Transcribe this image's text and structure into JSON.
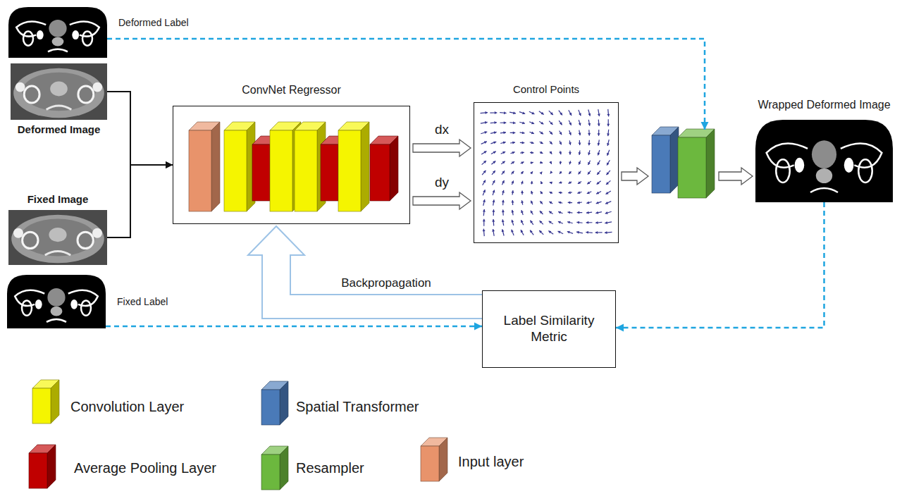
{
  "diagram": {
    "nodes": [
      {
        "text": [
          "Deformed Label"
        ]
      },
      {
        "text": [
          "Deformed Image"
        ]
      },
      {
        "text": [
          "Fixed Image"
        ]
      },
      {
        "text": [
          "Fixed Label"
        ]
      },
      {
        "text": [
          "ConvNet Regressor"
        ]
      },
      {
        "text": [
          "Control Points"
        ]
      },
      {
        "text": [
          "Wrapped Deformed Image"
        ]
      },
      {
        "text": [
          "Label Similarity Metric"
        ]
      }
    ],
    "edges": [
      {
        "from": 1,
        "to": 4,
        "arrow": "to"
      },
      {
        "from": 2,
        "to": 4,
        "arrow": "to"
      },
      {
        "from": 4,
        "to": 5,
        "label": "dx",
        "arrow": "to"
      },
      {
        "from": 4,
        "to": 5,
        "label": "dy",
        "arrow": "to"
      },
      {
        "from": 5,
        "to": 6,
        "arrow": "to"
      },
      {
        "from": 0,
        "to": 6,
        "arrow": "to"
      },
      {
        "from": 6,
        "to": 7,
        "arrow": "to"
      },
      {
        "from": 3,
        "to": 7,
        "arrow": "to"
      },
      {
        "from": 7,
        "to": 4,
        "label": "Backpropagation",
        "arrow": "to"
      }
    ],
    "legend": [
      {
        "text": "Convolution Layer",
        "color": "#f5f500"
      },
      {
        "text": "Spatial Transformer",
        "color": "#4a7ab8"
      },
      {
        "text": "Average Pooling Layer",
        "color": "#c00000"
      },
      {
        "text": "Resampler",
        "color": "#6cb83e"
      },
      {
        "text": "Input layer",
        "color": "#e8936b"
      }
    ]
  }
}
